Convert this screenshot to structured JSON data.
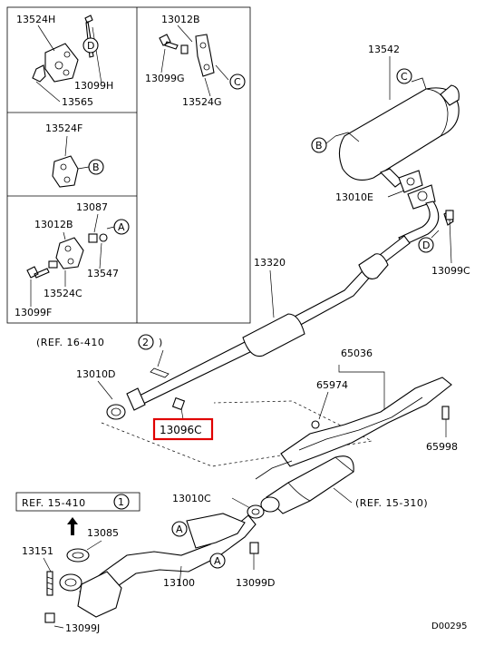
{
  "diagram_code": "D00295",
  "highlight": {
    "part": "13096C",
    "color": "#e00000"
  },
  "inset_panels": {
    "top_left": {
      "labels": [
        "13524H",
        "13099H",
        "13565"
      ],
      "callout": "D"
    },
    "top_right": {
      "labels": [
        "13012B",
        "13099G",
        "13524G"
      ],
      "callout": "C"
    },
    "middle": {
      "labels": [
        "13524F"
      ],
      "callout": "B"
    },
    "bottom": {
      "labels": [
        "13087",
        "13012B",
        "13547",
        "13524C",
        "13099F"
      ],
      "callout": "A"
    }
  },
  "parts": {
    "muffler": "13542",
    "muffler_gasket": "13010E",
    "muffler_bolt": "13099C",
    "center_pipe": "13320",
    "center_gasket": "13010D",
    "nut": "13096C",
    "heat_shield": "65036",
    "shield_clip": "65974",
    "shield_bolt": "65998",
    "cat_gasket": "13010C",
    "front_pipe_gasket": "13085",
    "stud": "13151",
    "front_pipe": "13100",
    "front_bolt": "13099D",
    "manifold_bolt": "13099J"
  },
  "callouts": {
    "A": "A",
    "B": "B",
    "C": "C",
    "D": "D"
  },
  "references": {
    "ref_16_410": {
      "text": "(REF. 16-410",
      "num": "2",
      "close": ")"
    },
    "ref_15_410": {
      "text": "REF. 15-410",
      "num": "1"
    },
    "ref_15_310": {
      "text": "(REF. 15-310)"
    }
  }
}
